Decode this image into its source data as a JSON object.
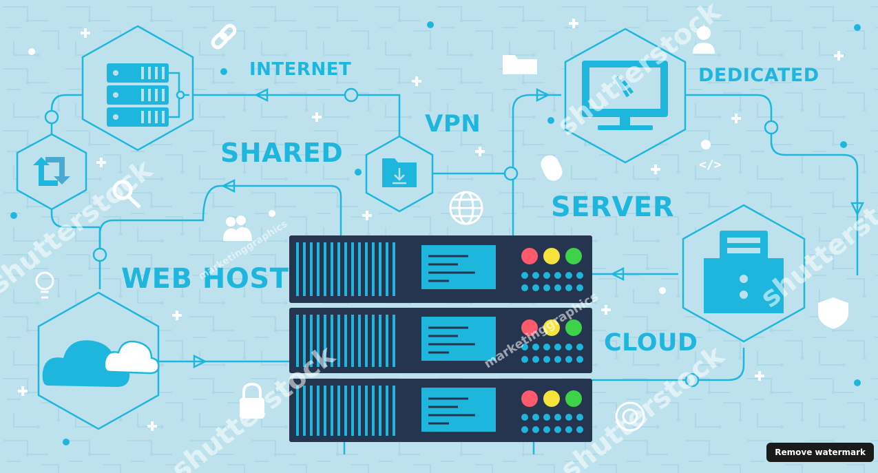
{
  "labels": {
    "internet": "INTERNET",
    "vpn": "VPN",
    "dedicated": "DEDICATED",
    "shared": "SHARED",
    "server": "SERVER",
    "web_host": "WEB HOST",
    "cloud": "CLOUD"
  },
  "watermark": {
    "brand": "shutterstock",
    "credit": "marketinggraphics"
  },
  "remove_watermark_label": "Remove watermark",
  "colors": {
    "background": "#bde2ee",
    "accent": "#1fb6dd",
    "server_body": "#25344f",
    "led_red": "#ff5a6e",
    "led_yellow": "#f5e33c",
    "led_green": "#3ed14a"
  }
}
